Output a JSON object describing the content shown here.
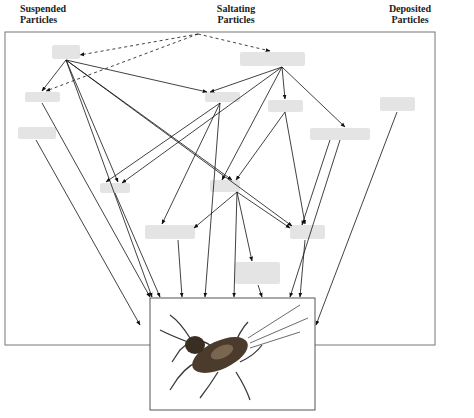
{
  "diagram": {
    "labels": [
      "Suspended Particles",
      "Saltating Particles",
      "Deposited Particles"
    ]
  }
}
